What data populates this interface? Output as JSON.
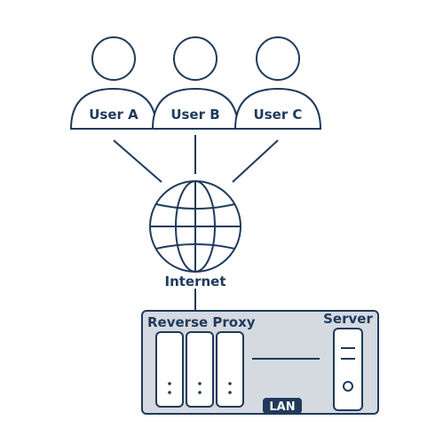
{
  "users": [
    {
      "label": "User A"
    },
    {
      "label": "User B"
    },
    {
      "label": "User C"
    }
  ],
  "internet": {
    "label": "Internet",
    "icon": "globe-icon"
  },
  "lan": {
    "reverse_proxy_label": "Reverse Proxy",
    "server_label": "Server",
    "badge": "LAN"
  },
  "colors": {
    "stroke": "#1f3a5c",
    "fill": "#ffffff",
    "panel": "#d5d9e0",
    "badge_bg": "#1f3a5c",
    "badge_text": "#ffffff"
  }
}
